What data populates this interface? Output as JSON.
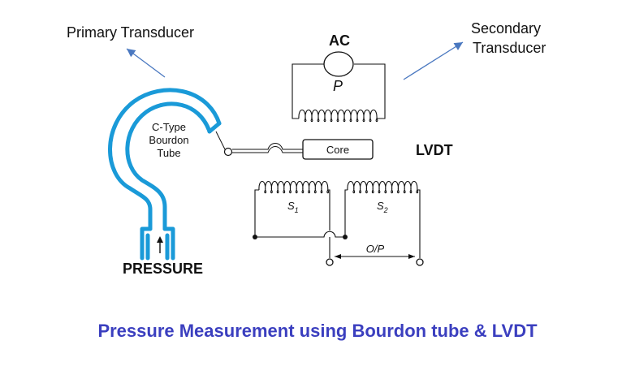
{
  "labels": {
    "primary": "Primary Transducer",
    "secondary_line1": "Secondary",
    "secondary_line2": "Transducer",
    "ac": "AC",
    "p": "P",
    "bourdon_line1": "C-Type",
    "bourdon_line2": "Bourdon",
    "bourdon_line3": "Tube",
    "core": "Core",
    "lvdt": "LVDT",
    "s1": "S",
    "s1_sub": "1",
    "s2": "S",
    "s2_sub": "2",
    "op": "O/P",
    "pressure": "PRESSURE"
  },
  "caption": "Pressure Measurement using Bourdon tube & LVDT",
  "colors": {
    "tube": "#1a9ad8",
    "arrow": "#4a78c0",
    "caption": "#3b3fbf",
    "line": "#111111"
  }
}
